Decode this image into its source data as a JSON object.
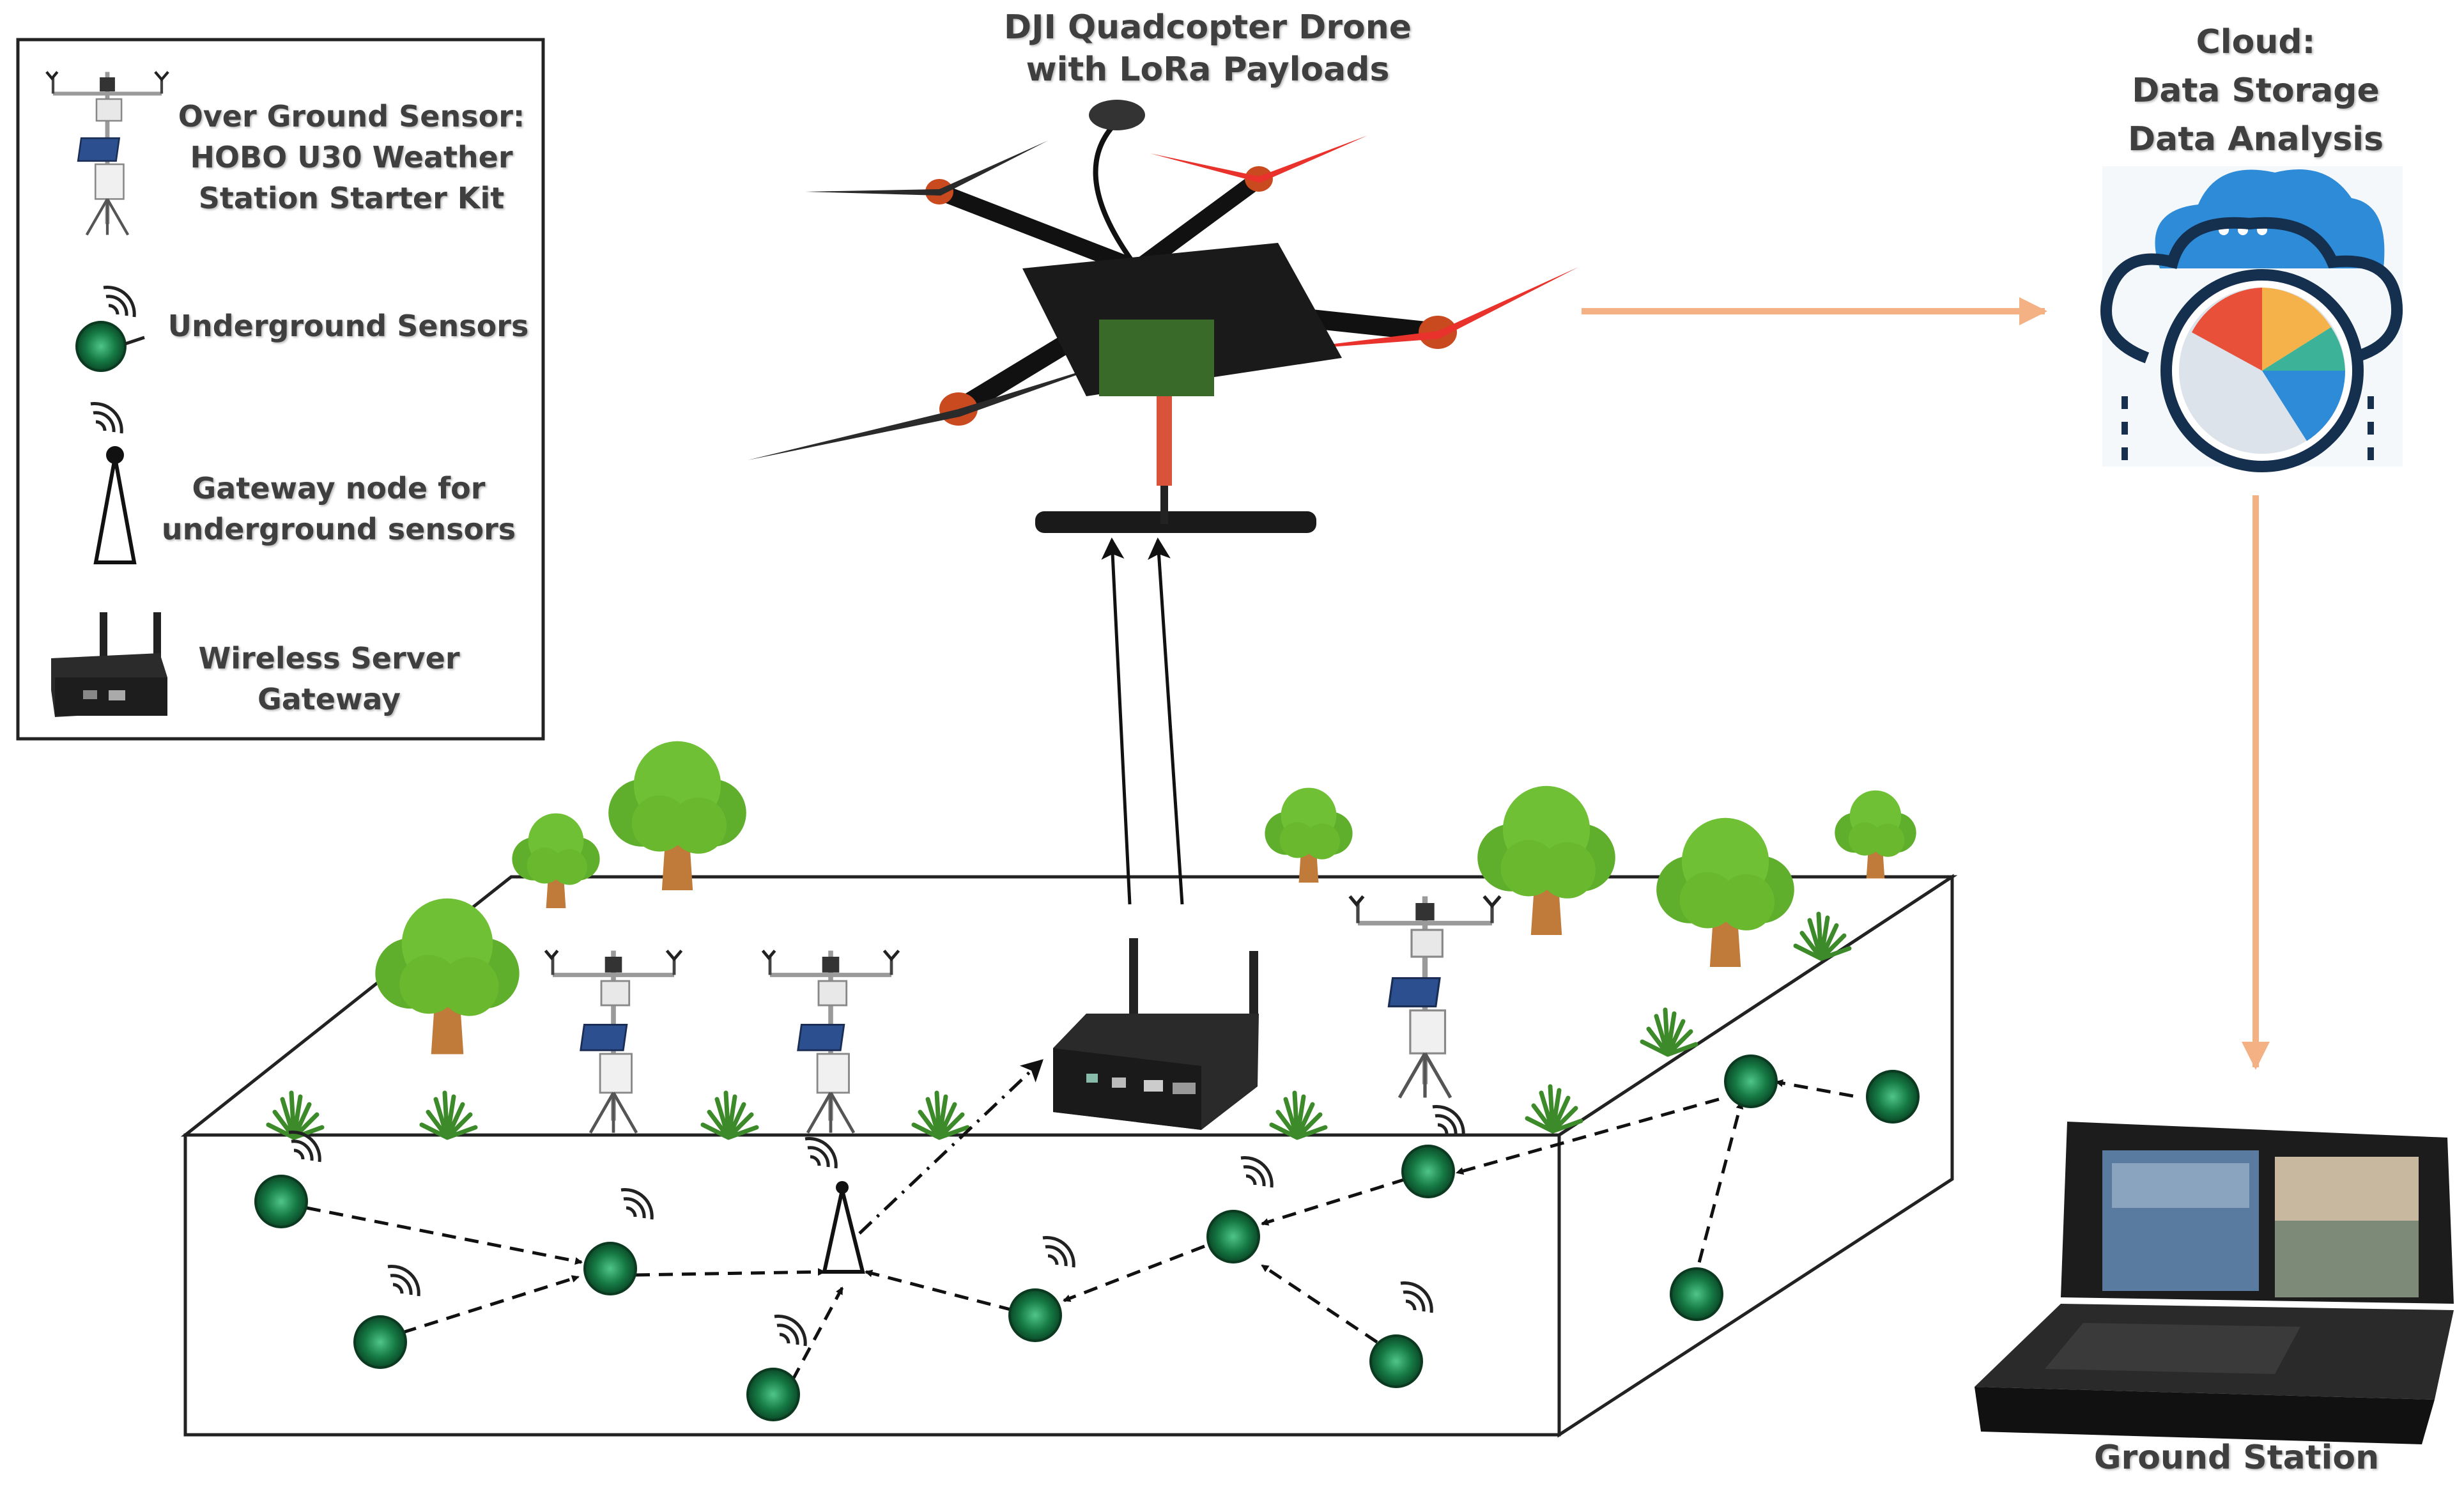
{
  "legend": {
    "items": [
      {
        "label": "Over Ground Sensor: HOBO U30 Weather Station Starter Kit",
        "icon": "weather-station-icon"
      },
      {
        "label": "Underground Sensors",
        "icon": "underground-sensor-icon"
      },
      {
        "label": "Gateway node for underground sensors",
        "icon": "gateway-node-icon"
      },
      {
        "label": "Wireless Server Gateway",
        "icon": "wireless-server-icon"
      }
    ],
    "over_ground_line1": "Over Ground Sensor:",
    "over_ground_line2": "HOBO U30 Weather",
    "over_ground_line3": "Station Starter Kit",
    "underground": "Underground Sensors",
    "gateway_line1": "Gateway node for",
    "gateway_line2": "underground sensors",
    "server_line1": "Wireless Server",
    "server_line2": "Gateway"
  },
  "drone": {
    "title_line1": "DJI Quadcopter Drone",
    "title_line2": "with LoRa Payloads",
    "icon": "quadcopter-drone-icon"
  },
  "cloud": {
    "title_line1": "Cloud:",
    "title_line2": "Data Storage",
    "title_line3": "Data Analysis",
    "icon": "cloud-analytics-icon"
  },
  "ground_station": {
    "label": "Ground Station",
    "icon": "rugged-laptop-icon"
  },
  "colors": {
    "flow_arrow": "#f4b183",
    "sensor_green": "#1a7a4a",
    "tree_green": "#6ab82e",
    "trunk": "#c07a3a",
    "propeller": "#e8322b",
    "cloud_blue": "#2e8bd8"
  }
}
